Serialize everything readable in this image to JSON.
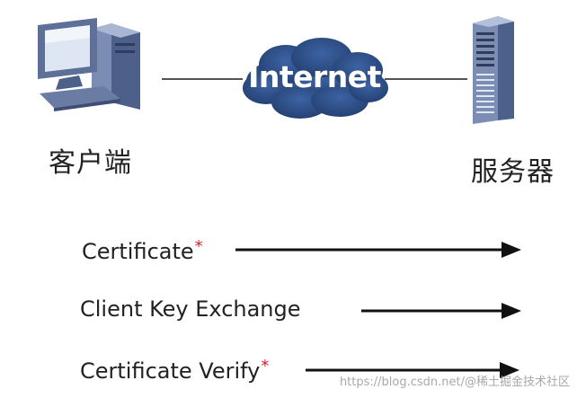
{
  "diagram": {
    "cloud_label": "Internet",
    "client_label": "客户端",
    "server_label": "服务器",
    "messages": [
      {
        "text": "Certificate",
        "marker": "*"
      },
      {
        "text": "Client Key Exchange",
        "marker": ""
      },
      {
        "text": "Certificate Verify",
        "marker": "*"
      }
    ],
    "colors": {
      "cloud_fill": "#2f4f86",
      "cloud_text": "#ffffff",
      "device": "#5d6f96",
      "arrow": "#111111",
      "marker": "#d0202a"
    },
    "icons": {
      "client": "desktop-computer-icon",
      "server": "server-tower-icon",
      "network": "cloud-icon"
    }
  },
  "watermark": "https://blog.csdn.net/@稀土掘金技术社区"
}
